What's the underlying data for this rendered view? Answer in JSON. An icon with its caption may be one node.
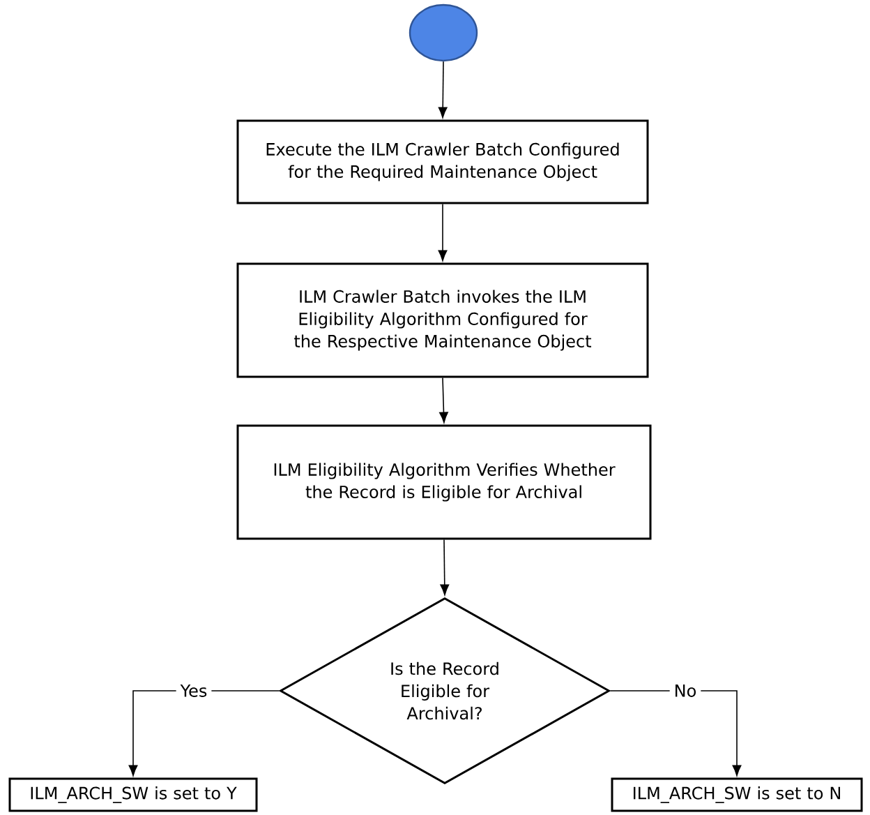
{
  "diagram": {
    "nodes": [
      {
        "text": [],
        "shape": "circle"
      },
      {
        "text": [
          "Execute the ILM Crawler Batch Configured for the Required Maintenance Object"
        ]
      },
      {
        "text": [
          "ILM Crawler Batch invokes the ILM Eligibility Algorithm Configured for the Respective Maintenance Object"
        ]
      },
      {
        "text": [
          "ILM Eligibility Algorithm Verifies Whether the Record is Eligible for Archival"
        ]
      },
      {
        "text": [
          "Is the Record Eligible for Archival?"
        ]
      },
      {
        "text": [
          "ILM_ARCH_SW is set to Y"
        ]
      },
      {
        "text": [
          "ILM_ARCH_SW is set to N"
        ]
      }
    ],
    "edges": [
      {
        "from": 0,
        "to": 1,
        "arrow": "to"
      },
      {
        "from": 1,
        "to": 2,
        "arrow": "to"
      },
      {
        "from": 2,
        "to": 3,
        "arrow": "to"
      },
      {
        "from": 3,
        "to": 4,
        "arrow": "to"
      },
      {
        "from": 4,
        "to": 5,
        "arrow": "to",
        "label": "Yes"
      },
      {
        "from": 4,
        "to": 6,
        "arrow": "to",
        "label": "No"
      }
    ]
  }
}
